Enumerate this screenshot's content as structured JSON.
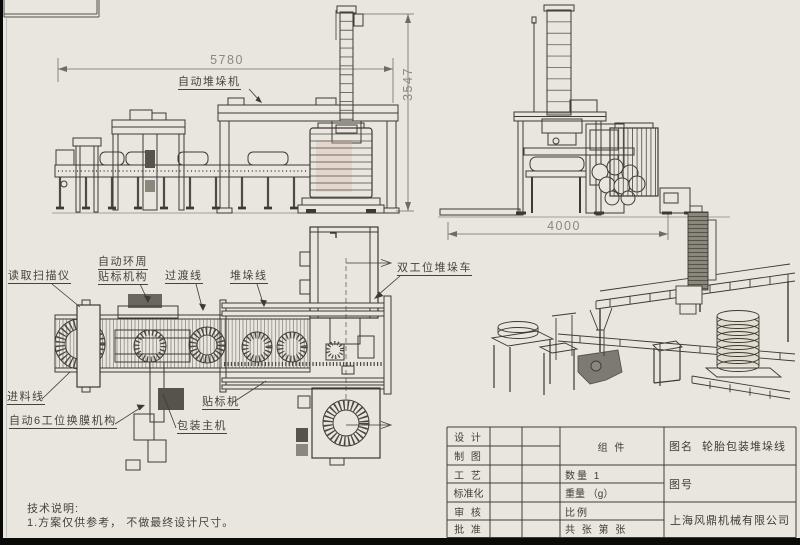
{
  "views": {
    "front": {
      "dim_width": "5780",
      "dim_height": "3547",
      "label_stacker": "自动堆垛机"
    },
    "side": {
      "dim_width": "4000"
    },
    "plan": {
      "label_scanner": "读取扫描仪",
      "label_wrap_line1": "自动环周",
      "label_wrap_line2": "贴标机构",
      "label_transition": "过渡线",
      "label_stackline": "堆垛线",
      "label_cart": "双工位堆垛车",
      "label_infeed": "进料线",
      "label_film": "自动6工位换膜机构",
      "label_labeler": "贴标机",
      "label_host": "包装主机"
    }
  },
  "notes": {
    "heading": "技术说明:",
    "line1": "1.方案仅供参考， 不做最终设计尺寸。"
  },
  "title_block": {
    "row_labels": [
      "设 计",
      "制 图",
      "工 艺",
      "标准化",
      "审 核",
      "批 准"
    ],
    "component": "组 件",
    "quantity": "数量 1",
    "weight": "重量 （g）",
    "scale": "比例",
    "sheets": "共  张 第  张",
    "name_label": "图名",
    "drawing_name": "轮胎包装堆垛线",
    "number_label": "图号",
    "company": "上海风鼎机械有限公司"
  }
}
